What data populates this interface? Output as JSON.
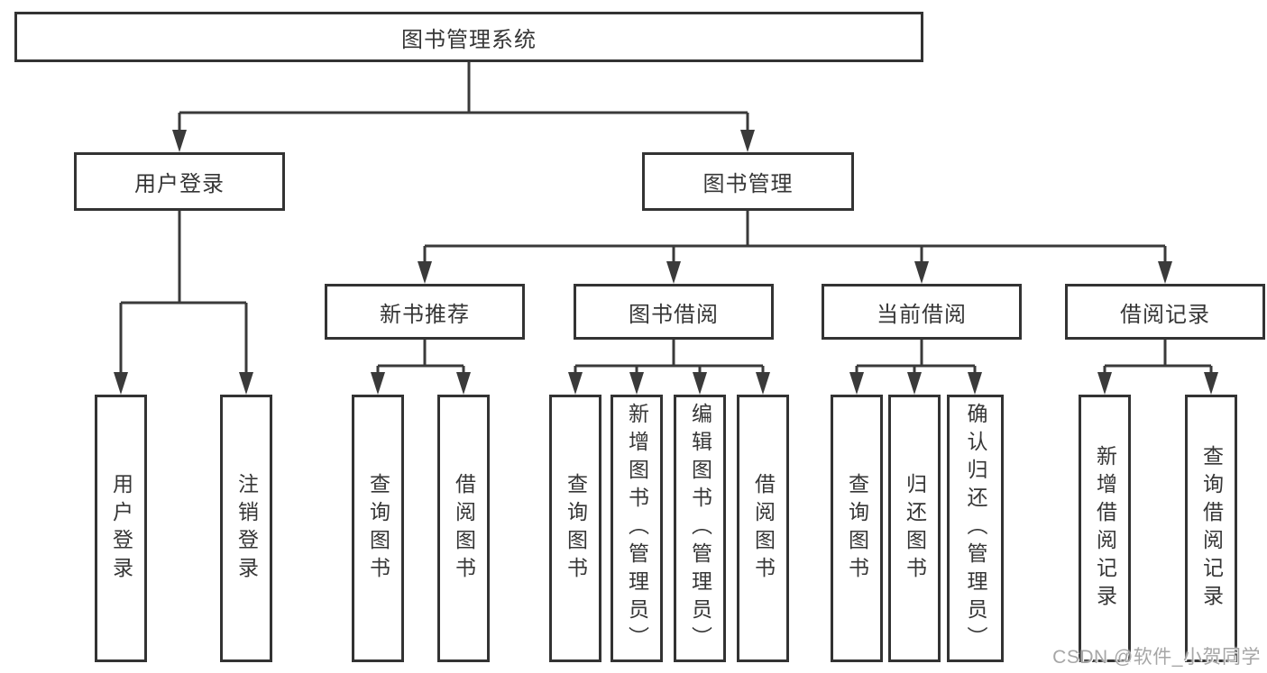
{
  "diagram_title": "图书管理系统",
  "tree": {
    "root": {
      "label": "图书管理系统"
    },
    "branches": [
      {
        "label": "用户登录",
        "children": [
          {
            "label": "用户登录"
          },
          {
            "label": "注销登录"
          }
        ]
      },
      {
        "label": "图书管理",
        "children": [
          {
            "label": "新书推荐",
            "children": [
              {
                "label": "查询图书"
              },
              {
                "label": "借阅图书"
              }
            ]
          },
          {
            "label": "图书借阅",
            "children": [
              {
                "label": "查询图书"
              },
              {
                "label": "新增图书（管理员）"
              },
              {
                "label": "编辑图书（管理员）"
              },
              {
                "label": "借阅图书"
              }
            ]
          },
          {
            "label": "当前借阅",
            "children": [
              {
                "label": "查询图书"
              },
              {
                "label": "归还图书"
              },
              {
                "label": "确认归还（管理员）"
              }
            ]
          },
          {
            "label": "借阅记录",
            "children": [
              {
                "label": "新增借阅记录"
              },
              {
                "label": "查询借阅记录"
              }
            ]
          }
        ]
      }
    ]
  },
  "watermark": {
    "text": "CSDN @软件_小贺同学"
  },
  "colors": {
    "background": "#ffffff",
    "box_fill": "#ffffff",
    "box_border": "#333333",
    "connector": "#3a3a3a",
    "text": "#363636",
    "watermark_text": "#a6a6a6"
  }
}
